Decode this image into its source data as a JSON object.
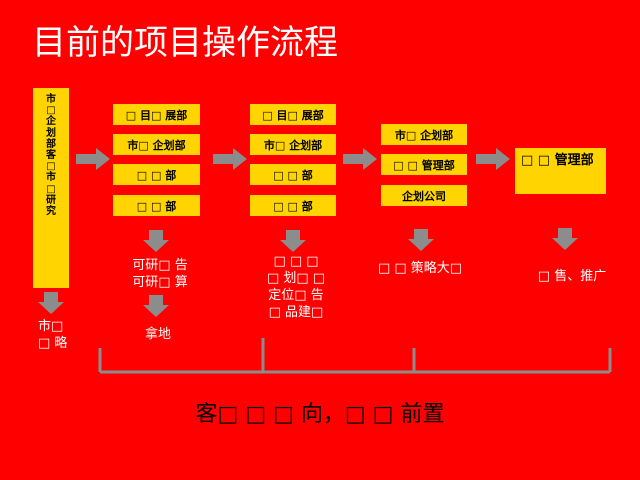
{
  "title": "目前的项目操作流程",
  "vertical_box": {
    "chars": [
      "市",
      "□",
      "企",
      "划",
      "部",
      "客",
      "□",
      "市",
      "□",
      "研",
      "究"
    ]
  },
  "col1_boxes": [
    "□ 目□ 展部",
    "市□ 企划部",
    "□ □ 部",
    "□ □ 部"
  ],
  "col2_boxes": [
    "□ 目□ 展部",
    "市□ 企划部",
    "□ □ 部",
    "□ □ 部"
  ],
  "col3_boxes": [
    "市□ 企划部",
    "□ □ 管理部",
    "企划公司"
  ],
  "col4_box": "□ □ 管理部",
  "labels": {
    "under_vertical": [
      "市□",
      "□ 略"
    ],
    "col1": [
      "可研□ 告",
      "可研□ 算"
    ],
    "col1_sub": "拿地",
    "col2": [
      "□ □ □",
      "□ 划□ □",
      "定位□ 告",
      "□ 品建□"
    ],
    "col3": "□ □ 策略大□",
    "col4": "□ 售、推广"
  },
  "bottom_text": "客□ □ □ 向，□ □ 前置",
  "colors": {
    "background": "#ff0000",
    "box": "#ffd400",
    "arrow": "#8c8c8c",
    "bracket": "#8c8c8c"
  }
}
